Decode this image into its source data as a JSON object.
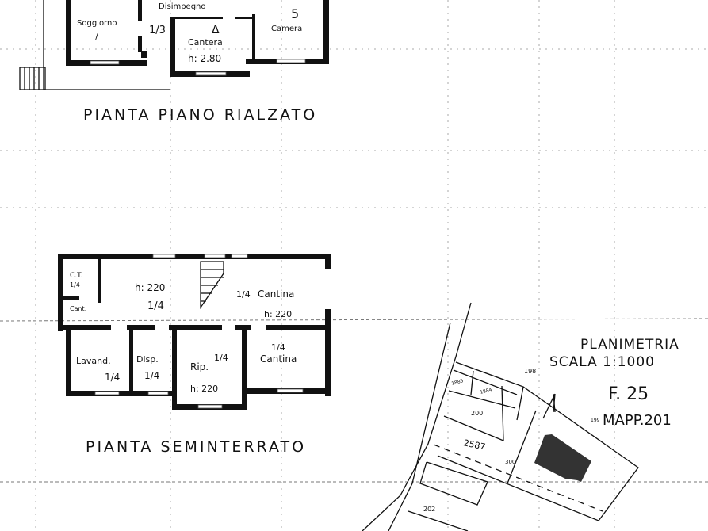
{
  "upper_plan": {
    "title": "PIANTA PIANO RIALZATO",
    "rooms": [
      {
        "label": "Soggiorno",
        "mark": "/"
      },
      {
        "label": "Disimpegno",
        "mark": "1/3"
      },
      {
        "label": "Cantera",
        "height": "h: 2.80",
        "mark": "Δ"
      },
      {
        "label": "Camera",
        "mark": "5"
      }
    ]
  },
  "lower_plan": {
    "title": "PIANTA SEMINTERRATO",
    "rooms": [
      {
        "label": "C.T.",
        "mark": "1/4"
      },
      {
        "label": "Cant."
      },
      {
        "label": "h: 220",
        "mark": "1/4"
      },
      {
        "label": "Cantina",
        "mark": "1/4",
        "height": "h: 220"
      },
      {
        "label": "Lavand.",
        "mark": "1/4"
      },
      {
        "label": "Disp.",
        "mark": "1/4"
      },
      {
        "label": "Rip.",
        "mark": "1/4",
        "height": "h: 220"
      },
      {
        "label": "Cantina",
        "mark": "1/4"
      }
    ]
  },
  "site_plan": {
    "title": "PLANIMETRIA",
    "scale": "SCALA 1:1000",
    "sheet": "F. 25",
    "parcel": "MAPP.201",
    "parcel_numbers": [
      "198",
      "199",
      "1885",
      "1884",
      "200",
      "2587",
      "300",
      "202"
    ]
  }
}
